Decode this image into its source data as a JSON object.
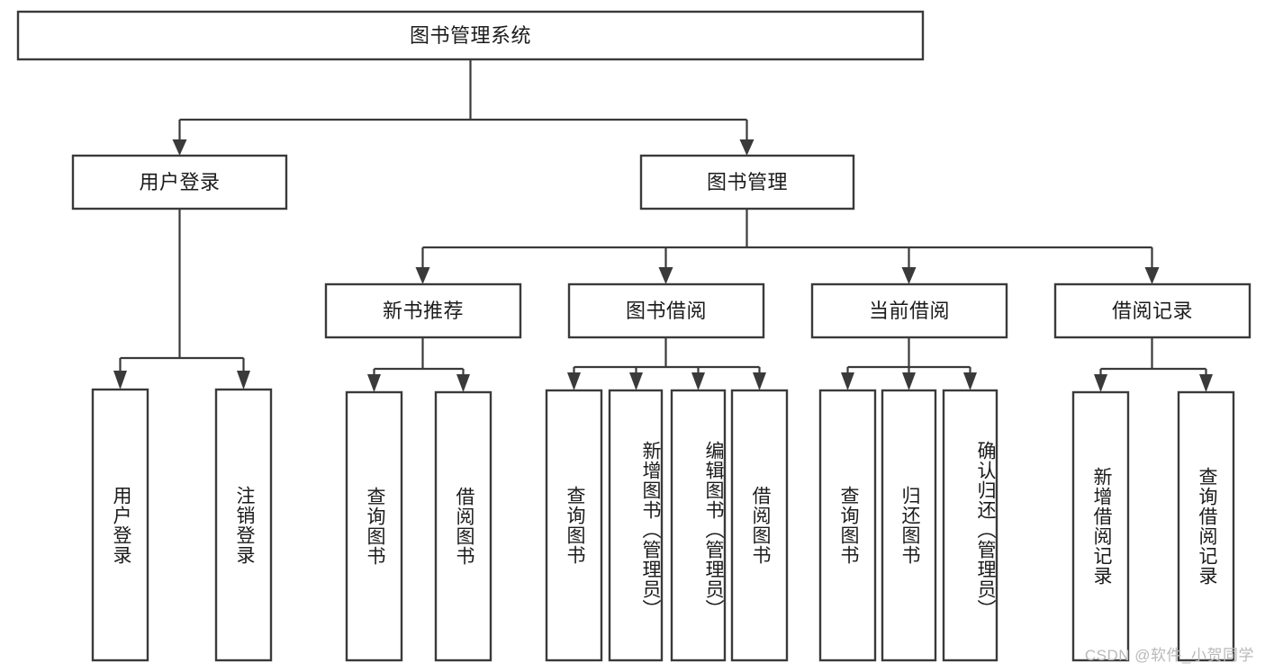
{
  "diagram": {
    "type": "tree-hierarchy-chart",
    "title": "图书管理系统",
    "watermark": "CSDN @软件_小贺同学",
    "colors": {
      "stroke": "#3a3a3a",
      "fill": "#ffffff",
      "text": "#1b1b1b",
      "watermark": "#b9b9b9",
      "background": "#ffffff"
    },
    "levels": [
      {
        "level": 1,
        "nodes": [
          {
            "id": "root",
            "label": "图书管理系统",
            "orientation": "horizontal"
          }
        ]
      },
      {
        "level": 2,
        "nodes": [
          {
            "id": "login",
            "label": "用户登录",
            "orientation": "horizontal",
            "parent": "root"
          },
          {
            "id": "bookmgmt",
            "label": "图书管理",
            "orientation": "horizontal",
            "parent": "root"
          }
        ]
      },
      {
        "level": 3,
        "nodes": [
          {
            "id": "newbook",
            "label": "新书推荐",
            "orientation": "horizontal",
            "parent": "bookmgmt"
          },
          {
            "id": "borrow",
            "label": "图书借阅",
            "orientation": "horizontal",
            "parent": "bookmgmt"
          },
          {
            "id": "current",
            "label": "当前借阅",
            "orientation": "horizontal",
            "parent": "bookmgmt"
          },
          {
            "id": "records",
            "label": "借阅记录",
            "orientation": "horizontal",
            "parent": "bookmgmt"
          }
        ]
      },
      {
        "level": 4,
        "nodes": [
          {
            "id": "leaf-user-login",
            "label": "用户登录",
            "orientation": "vertical",
            "parent": "login"
          },
          {
            "id": "leaf-user-logout",
            "label": "注销登录",
            "orientation": "vertical",
            "parent": "login"
          },
          {
            "id": "leaf-query-book-1",
            "label": "查询图书",
            "orientation": "vertical",
            "parent": "newbook"
          },
          {
            "id": "leaf-borrow-book-1",
            "label": "借阅图书",
            "orientation": "vertical",
            "parent": "newbook"
          },
          {
            "id": "leaf-query-book-2",
            "label": "查询图书",
            "orientation": "vertical",
            "parent": "borrow"
          },
          {
            "id": "leaf-add-book",
            "label": "新增图书（管理员）",
            "orientation": "vertical",
            "parent": "borrow"
          },
          {
            "id": "leaf-edit-book",
            "label": "编辑图书（管理员）",
            "orientation": "vertical",
            "parent": "borrow"
          },
          {
            "id": "leaf-borrow-book-2",
            "label": "借阅图书",
            "orientation": "vertical",
            "parent": "borrow"
          },
          {
            "id": "leaf-query-book-3",
            "label": "查询图书",
            "orientation": "vertical",
            "parent": "current"
          },
          {
            "id": "leaf-return-book",
            "label": "归还图书",
            "orientation": "vertical",
            "parent": "current"
          },
          {
            "id": "leaf-confirm-return",
            "label": "确认归还（管理员）",
            "orientation": "vertical",
            "parent": "current"
          },
          {
            "id": "leaf-add-record",
            "label": "新增借阅记录",
            "orientation": "vertical",
            "parent": "records"
          },
          {
            "id": "leaf-query-record",
            "label": "查询借阅记录",
            "orientation": "vertical",
            "parent": "records"
          }
        ]
      }
    ]
  }
}
